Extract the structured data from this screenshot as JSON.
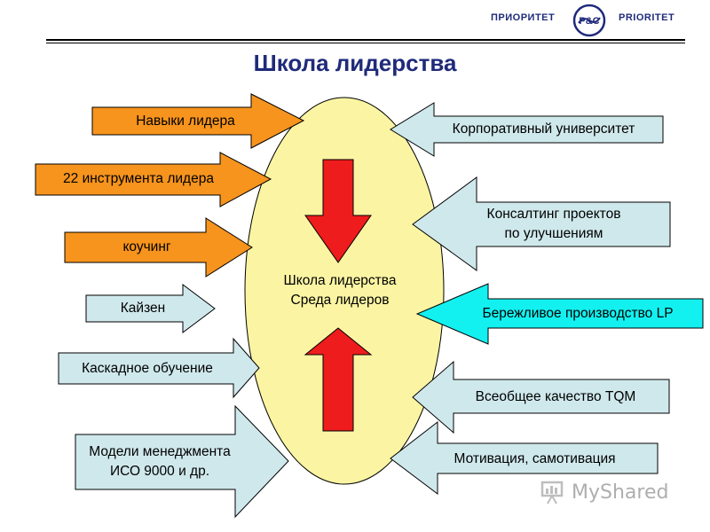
{
  "header": {
    "brand_left": "ПРИОРИТЕТ",
    "brand_right": "PRIORITET",
    "logo_text": "P&C",
    "title": "Школа лидерства"
  },
  "center": {
    "line1": "Школа лидерства",
    "line2": "Среда лидеров"
  },
  "left_arrows": [
    {
      "label": "Навыки лидера",
      "color": "#f7941d"
    },
    {
      "label": "22 инструмента лидера",
      "color": "#f7941d"
    },
    {
      "label": "коучинг",
      "color": "#f7941d"
    },
    {
      "label": "Кайзен",
      "color": "#cfe8ec"
    },
    {
      "label": "Каскадное обучение",
      "color": "#cfe8ec"
    },
    {
      "label": "Модели менеджмента",
      "label2": "ИСО 9000 и др.",
      "color": "#cfe8ec"
    }
  ],
  "right_arrows": [
    {
      "label": "Корпоративный университет",
      "color": "#cfe8ec"
    },
    {
      "label": "Консалтинг проектов",
      "label2": "по улучшениям",
      "color": "#cfe8ec"
    },
    {
      "label": "Бережливое производство LP",
      "color": "#13f0f0"
    },
    {
      "label": "Всеобщее качество TQM",
      "color": "#cfe8ec"
    },
    {
      "label": "Мотивация, самотивация",
      "color": "#cfe8ec"
    }
  ],
  "colors": {
    "ellipse": "#fbf5a3",
    "inner_arrows": "#ee1c1c",
    "title": "#1f2a7a"
  },
  "watermark": "MyShared"
}
